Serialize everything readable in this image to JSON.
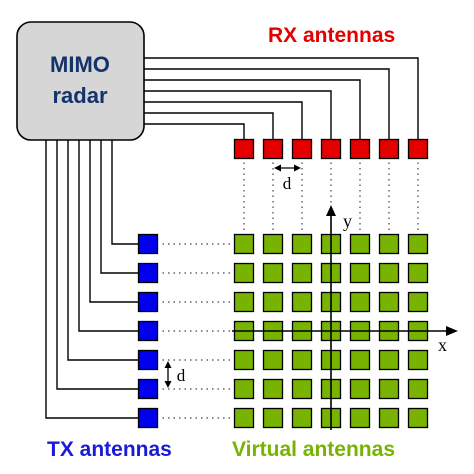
{
  "controller": {
    "line1": "MIMO",
    "line2": "radar"
  },
  "rx": {
    "title": "RX antennas",
    "count": 7,
    "color": "#e50000"
  },
  "tx": {
    "title": "TX antennas",
    "count": 7,
    "color": "#0000ee"
  },
  "virtual": {
    "title": "Virtual antennas",
    "rows": 7,
    "cols": 7,
    "color": "#77b300"
  },
  "spacing": {
    "rx_label": "d",
    "tx_label": "d"
  },
  "axes": {
    "x_label": "x",
    "y_label": "y"
  },
  "colors": {
    "rx_title": "#e50000",
    "tx_title": "#1a1ad8",
    "virtual_title": "#77b300",
    "controller_text": "#13336b",
    "controller_fill": "#d6d6d6"
  }
}
